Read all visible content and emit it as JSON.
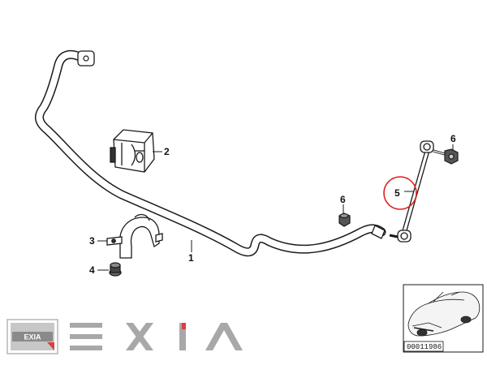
{
  "callouts": {
    "p1": "1",
    "p2": "2",
    "p3": "3",
    "p4": "4",
    "p5": "5",
    "p6_link": "6",
    "p6_bar": "6"
  },
  "thumbnail": {
    "code": "00011986"
  },
  "watermark": {
    "letters": [
      "E",
      "X",
      "I",
      "A"
    ],
    "badge_text": "EXIA"
  },
  "colors": {
    "highlight_ring": "#e02020",
    "line": "#1a1a1a",
    "watermark": "#9a9a9a"
  }
}
